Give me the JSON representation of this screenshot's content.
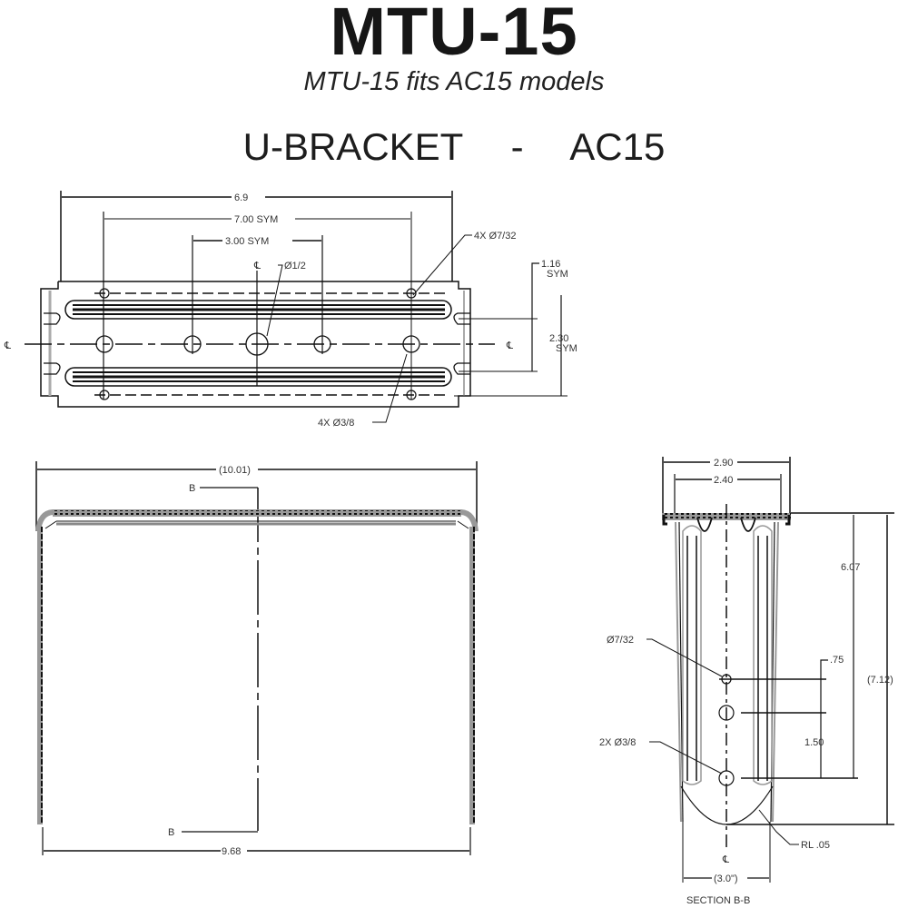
{
  "header": {
    "title": "MTU-15",
    "subtitle": "MTU-15 fits AC15 models",
    "heading_left": "U-BRACKET",
    "heading_sep": "-",
    "heading_right": "AC15"
  },
  "top_view": {
    "overall_width": "6.9",
    "outer_hole_spacing": "7.00 SYM",
    "inner_hole_spacing": "3.00 SYM",
    "center_hole": "Ø1/2",
    "small_holes": "4X Ø7/32",
    "medium_holes": "4X Ø3/8",
    "slot_offset": "1.16",
    "slot_offset_sym": "SYM",
    "hole_row_spacing": "2.30",
    "hole_row_spacing_sym": "SYM",
    "centerline_left": "℄",
    "centerline_right": "℄"
  },
  "side_view": {
    "overall_width": "(10.01)",
    "base_width": "9.68",
    "section_top": "B",
    "section_bottom": "B"
  },
  "section_view": {
    "outer_width": "2.90",
    "inner_width": "2.40",
    "height_to_hole": "6.07",
    "overall_height": "(7.12)",
    "hole_spacing_small": ".75",
    "hole_spacing_large": "1.50",
    "small_hole": "Ø7/32",
    "medium_holes": "2X Ø3/8",
    "bend_radius": "RL .05",
    "centerline": "℄",
    "bottom_width": "(3.0\")",
    "label": "SECTION B-B"
  }
}
